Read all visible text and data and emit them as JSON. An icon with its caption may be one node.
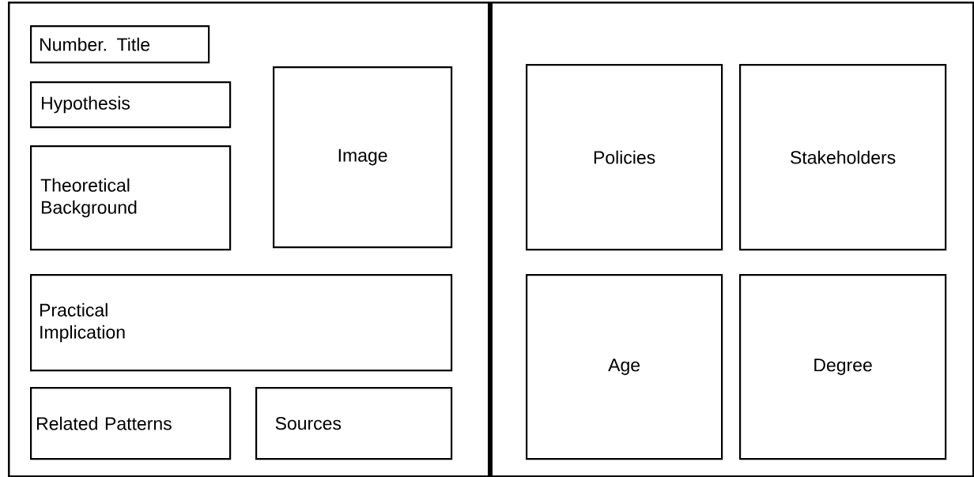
{
  "diagram": {
    "nodes": [
      {
        "text": [],
        "shape": "box"
      },
      {
        "text": [],
        "shape": "box"
      },
      {
        "text": [
          "Number.  Title"
        ],
        "in": 0
      },
      {
        "text": [
          "Hypothesis"
        ],
        "in": 0
      },
      {
        "text": [
          "Theoretical Background"
        ],
        "in": 0
      },
      {
        "text": [
          "Image"
        ],
        "in": 0
      },
      {
        "text": [
          "Practical Implication"
        ],
        "in": 0
      },
      {
        "text": [
          "Related Patterns"
        ],
        "in": 0
      },
      {
        "text": [
          "Sources"
        ],
        "in": 0
      },
      {
        "text": [
          "Policies"
        ],
        "in": 1
      },
      {
        "text": [
          "Stakeholders"
        ],
        "in": 1
      },
      {
        "text": [
          "Age"
        ],
        "in": 1
      },
      {
        "text": [
          "Degree"
        ],
        "in": 1
      }
    ]
  }
}
